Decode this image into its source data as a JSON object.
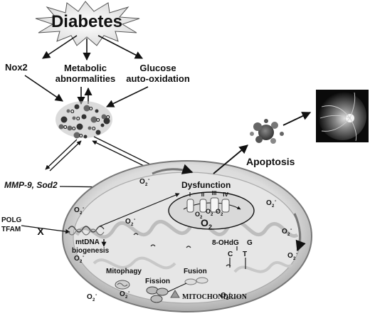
{
  "title": "Diabetes",
  "sources": {
    "nox2": "Nox2",
    "metabolic_line1": "Metabolic",
    "metabolic_line2": "abnormalities",
    "glucose_line1": "Glucose",
    "glucose_line2": "auto-oxidation"
  },
  "ros_symbol": "O",
  "superoxide": {
    "base": "O",
    "sub": "2",
    "sup": "-"
  },
  "genes": "MMP-9, Sod2",
  "polg": "POLG",
  "tfam": "TFAM",
  "block_mark": "X",
  "dysfunction": "Dysfunction",
  "complexes": [
    "I",
    "II",
    "III",
    "IV"
  ],
  "mtdna_line1": "mtDNA",
  "mtdna_line2": "biogenesis",
  "ohdg": "8-OHdG",
  "g_base": "G",
  "c_base": "C",
  "t_base": "T",
  "mitophagy": "Mitophagy",
  "fission": "Fission",
  "fusion": "Fusion",
  "mitochondrion": "MITOCHONDRION",
  "apoptosis": "Apoptosis",
  "photo_alt": "fundus-retina-photo",
  "colors": {
    "ink": "#111111",
    "membrane": "#c8c8c8",
    "matrix": "#e9e9e9",
    "photo_bg": "#0a0a0a"
  }
}
